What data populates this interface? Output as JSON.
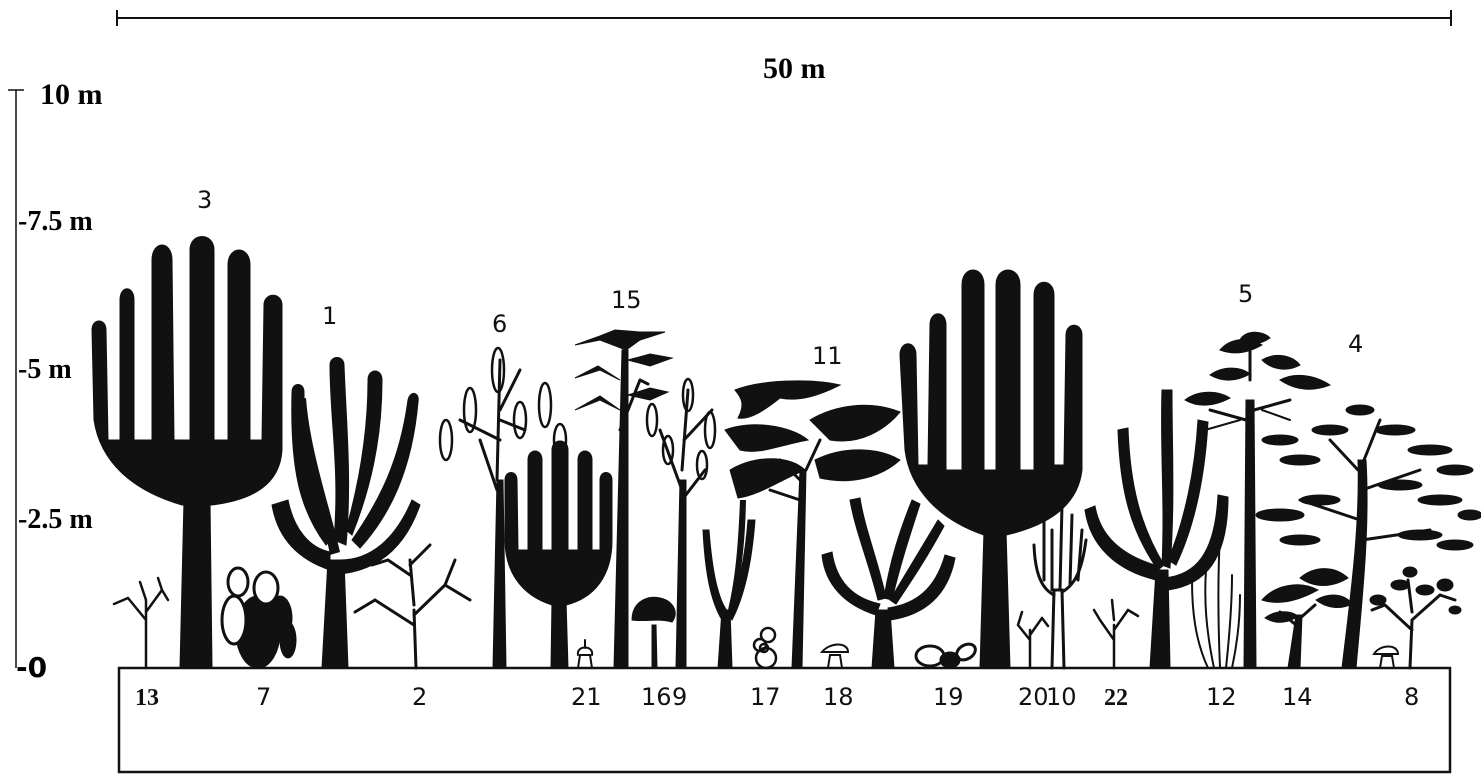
{
  "scale": {
    "horizontal_label": "50 m",
    "vertical_labels": [
      "10 m",
      "-7.5 m",
      "-5 m",
      "-2.5 m",
      "-0"
    ]
  },
  "species_top": [
    "3",
    "1",
    "6",
    "15",
    "11",
    "5",
    "4"
  ],
  "species_bottom": [
    "13",
    "7",
    "2",
    "21",
    "16",
    "9",
    "17",
    "18",
    "19",
    "20",
    "10",
    "22",
    "12",
    "14",
    "8"
  ],
  "colors": {
    "ink": "#111111",
    "background": "#ffffff"
  }
}
